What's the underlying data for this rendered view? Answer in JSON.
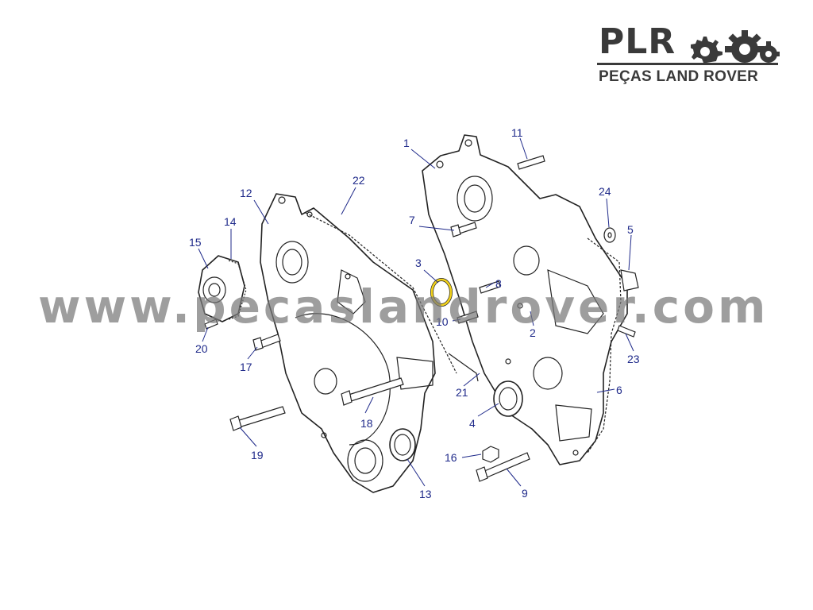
{
  "logo": {
    "brand": "PLR",
    "tagline": "PEÇAS LAND ROVER",
    "icon": "gears-icon"
  },
  "watermark": "www.pecaslandrover.com",
  "diagram": {
    "highlight_color": "#f2d21b",
    "callout_color": "#1f2a8a",
    "callouts": [
      "1",
      "2",
      "3",
      "4",
      "5",
      "6",
      "7",
      "8",
      "9",
      "10",
      "11",
      "12",
      "13",
      "14",
      "15",
      "16",
      "17",
      "18",
      "19",
      "20",
      "21",
      "22",
      "23",
      "24"
    ]
  }
}
